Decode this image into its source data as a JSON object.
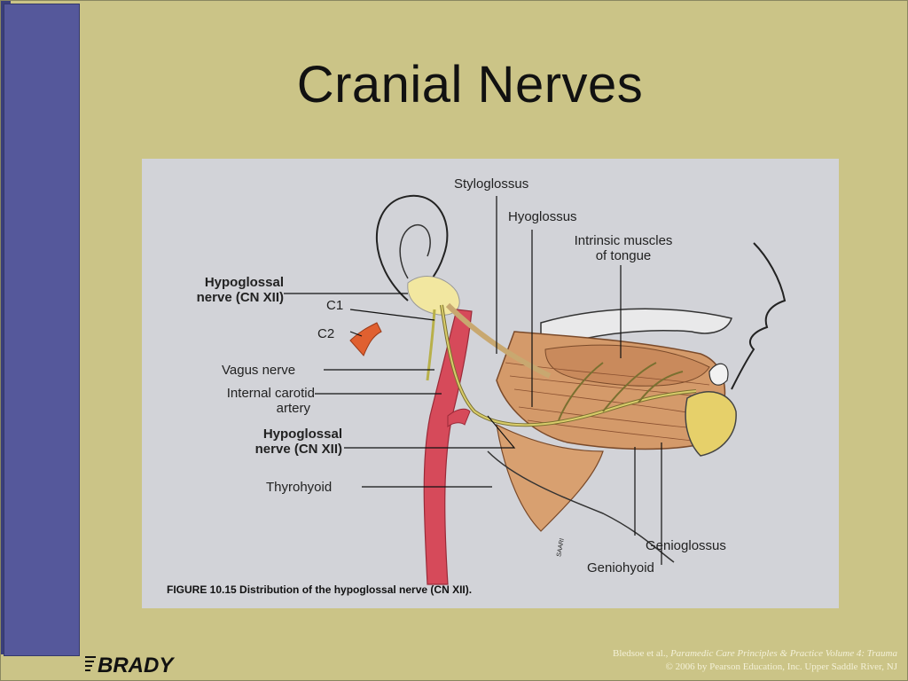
{
  "slide": {
    "title": "Cranial Nerves",
    "colors": {
      "background": "#cbc487",
      "side_bar": "#55589b",
      "figure_bg": "#d2d3d8"
    }
  },
  "figure": {
    "labels": {
      "styloglossus": "Styloglossus",
      "hyoglossus": "Hyoglossus",
      "intrinsic_line1": "Intrinsic muscles",
      "intrinsic_line2": "of tongue",
      "hypoglossal_top_line1": "Hypoglossal",
      "hypoglossal_top_line2": "nerve (CN XII)",
      "c1": "C1",
      "c2": "C2",
      "vagus": "Vagus nerve",
      "carotid_line1": "Internal carotid",
      "carotid_line2": "artery",
      "hypoglossal_bottom_line1": "Hypoglossal",
      "hypoglossal_bottom_line2": "nerve (CN XII)",
      "thyrohyoid": "Thyrohyoid",
      "genioglossus": "Genioglossus",
      "geniohyoid": "Geniohyoid",
      "artist": "SAARI"
    },
    "caption_number": "FIGURE 10.15",
    "caption_text": "Distribution of the hypoglossal nerve (CN XII)."
  },
  "footer": {
    "line1_prefix": "Bledsoe et al., ",
    "line1_italic": "Paramedic Care Principles & Practice Volume 4: Trauma",
    "line2": "© 2006 by Pearson Education, Inc. Upper Saddle River, NJ",
    "logo_text": "BRADY"
  }
}
